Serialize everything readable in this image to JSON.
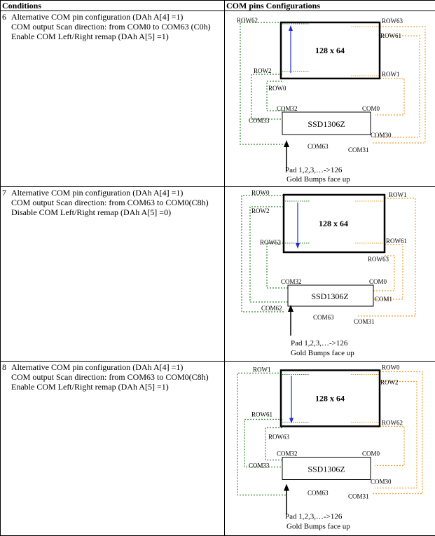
{
  "table": {
    "headers": [
      "Conditions",
      "COM pins Configurations"
    ],
    "rows": [
      {
        "number": "6",
        "lines": [
          "Alternative COM pin configuration (DAh A[4] =1)",
          "COM output Scan direction: from COM0 to COM63 (C0h)",
          "Enable COM Left/Right remap (DAh A[5] =1)"
        ],
        "diagram": {
          "top_left": "ROW62",
          "top_right": "ROW63",
          "right_upper": "ROW61",
          "left_mid": "ROW2",
          "right_mid": "ROW1",
          "left_low": "ROW0",
          "com_mid": "COM32",
          "com_right": "COM0",
          "com_left": "COM33",
          "com_right_low": "COM30",
          "com_bottom": "COM63",
          "com_bottom_right": "COM31",
          "panel": "128 x 64",
          "chip": "SSD1306Z",
          "pad": "Pad 1,2,3,…->126",
          "bumps": "Gold Bumps face up"
        }
      },
      {
        "number": "7",
        "lines": [
          "Alternative COM pin configuration (DAh A[4] =1)",
          "COM output Scan direction: from COM63 to COM0(C8h)",
          "Disable COM Left/Right remap (DAh A[5] =0)"
        ],
        "diagram": {
          "top_left": "ROW0",
          "top_right": "ROW1",
          "left_upper": "ROW2",
          "left_mid": "ROW62",
          "right_mid": "ROW61",
          "right_low": "ROW63",
          "com_mid": "COM32",
          "com_right": "COM0",
          "com_right2": "COM1",
          "com_left": "COM62",
          "com_bottom": "COM63",
          "com_bottom_right": "COM31",
          "panel": "128 x 64",
          "chip": "SSD1306Z",
          "pad": "Pad 1,2,3,…->126",
          "bumps": "Gold Bumps face up"
        }
      },
      {
        "number": "8",
        "lines": [
          "Alternative COM pin configuration (DAh A[4] =1)",
          "COM output Scan direction: from COM63 to COM0(C8h)",
          "Enable COM Left/Right remap (DAh A[5] =1)"
        ],
        "diagram": {
          "top_left": "ROW1",
          "top_right": "ROW0",
          "right_upper": "ROW2",
          "left_mid": "ROW61",
          "right_mid": "ROW62",
          "left_low": "ROW63",
          "com_mid": "COM32",
          "com_right": "COM0",
          "com_left": "COM33",
          "com_right_low": "COM30",
          "com_bottom": "COM63",
          "com_bottom_right": "COM31",
          "panel": "128 x 64",
          "chip": "SSD1306Z",
          "pad": "Pad 1,2,3,…->126",
          "bumps": "Gold Bumps face up"
        }
      }
    ]
  },
  "colors": {
    "green_trace": "#2e8b2e",
    "orange_trace": "#f0a030",
    "scan_arrow": "#1f2fd0",
    "pad_arrow": "#000000"
  }
}
